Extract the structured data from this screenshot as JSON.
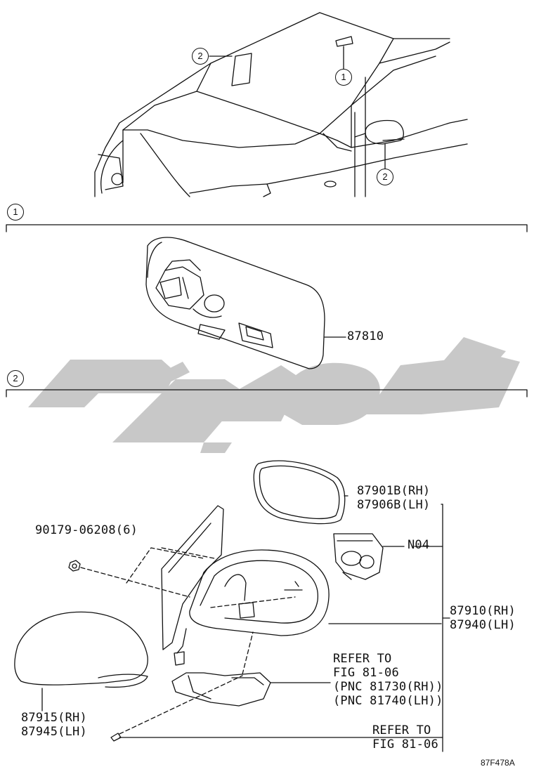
{
  "callouts": {
    "c1_top": "1",
    "c2_windshield": "2",
    "c2_mirror": "2",
    "section1_marker": "1",
    "section2_marker": "2"
  },
  "parts": {
    "inner_mirror": "87810",
    "mirror_glass_rh": "87901B(RH)",
    "mirror_glass_lh": "87906B(LH)",
    "motor": "N04",
    "screw_kit": "90179-06208(6)",
    "mirror_assy_rh": "87910(RH)",
    "mirror_assy_lh": "87940(LH)",
    "cover_rh": "87915(RH)",
    "cover_lh": "87945(LH)"
  },
  "refer1": {
    "line1": "REFER TO",
    "line2": "FIG 81-06",
    "line3": "(PNC 81730(RH))",
    "line4": "(PNC 81740(LH))"
  },
  "refer2": {
    "line1": "REFER TO",
    "line2": "FIG 81-06"
  },
  "figure_id": "87F478A",
  "colors": {
    "ink": "#111111",
    "watermark": "#c8c8c8"
  }
}
